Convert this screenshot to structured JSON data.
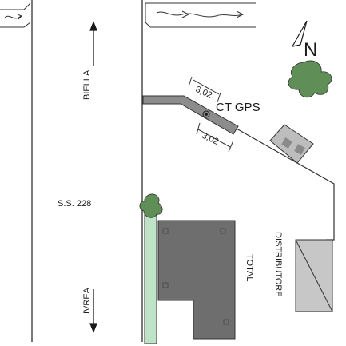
{
  "map": {
    "labels": {
      "road_name": "S.S. 228",
      "direction_up": "BIELLA",
      "direction_down": "IVREA",
      "station_point": "CT GPS",
      "building_label": "TOTAL",
      "pump_label": "DISTRIBUTORE",
      "north": "N",
      "dimension_upper": "3,02",
      "dimension_lower": "3,02"
    },
    "colors": {
      "line": "#333333",
      "road_gray": "#8c8c8c",
      "building_gray": "#6e6e6e",
      "shed_gray": "#bdbdbd",
      "green_strip": "#bfe3c6",
      "tree_green": "#5f8f57",
      "pump_fill": "#c7c7c7"
    },
    "icons": [
      "north-arrow-icon",
      "tree-icon",
      "watercourse-icon",
      "survey-point-icon"
    ]
  }
}
